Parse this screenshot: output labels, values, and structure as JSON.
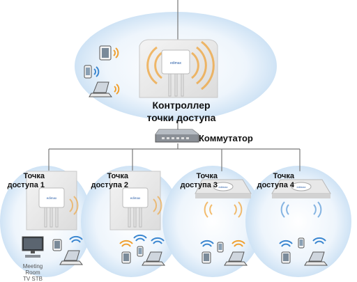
{
  "controller": {
    "label_line1": "Контроллер",
    "label_line2": "точки доступа",
    "brand": "edimax"
  },
  "switch": {
    "label": "Коммутатор"
  },
  "access_points": [
    {
      "label_line1": "Точка",
      "label_line2": "доступа 1",
      "type": "wall"
    },
    {
      "label_line1": "Точка",
      "label_line2": "доступа 2",
      "type": "wall"
    },
    {
      "label_line1": "Точка",
      "label_line2": "доступа 3",
      "type": "ceiling"
    },
    {
      "label_line1": "Точка",
      "label_line2": "доступа 4",
      "type": "ceiling"
    }
  ],
  "tv": {
    "label_line1": "Meeting Room",
    "label_line2": "TV STB"
  },
  "colors": {
    "bubble": "#dcebf8",
    "wifi": "#f0a030",
    "wifi_blue": "#3a86d0",
    "line": "#777777"
  },
  "icons": [
    "tablet-icon",
    "phone-icon",
    "laptop-icon",
    "tv-icon",
    "wifi-icon",
    "access-point-icon",
    "switch-icon"
  ]
}
